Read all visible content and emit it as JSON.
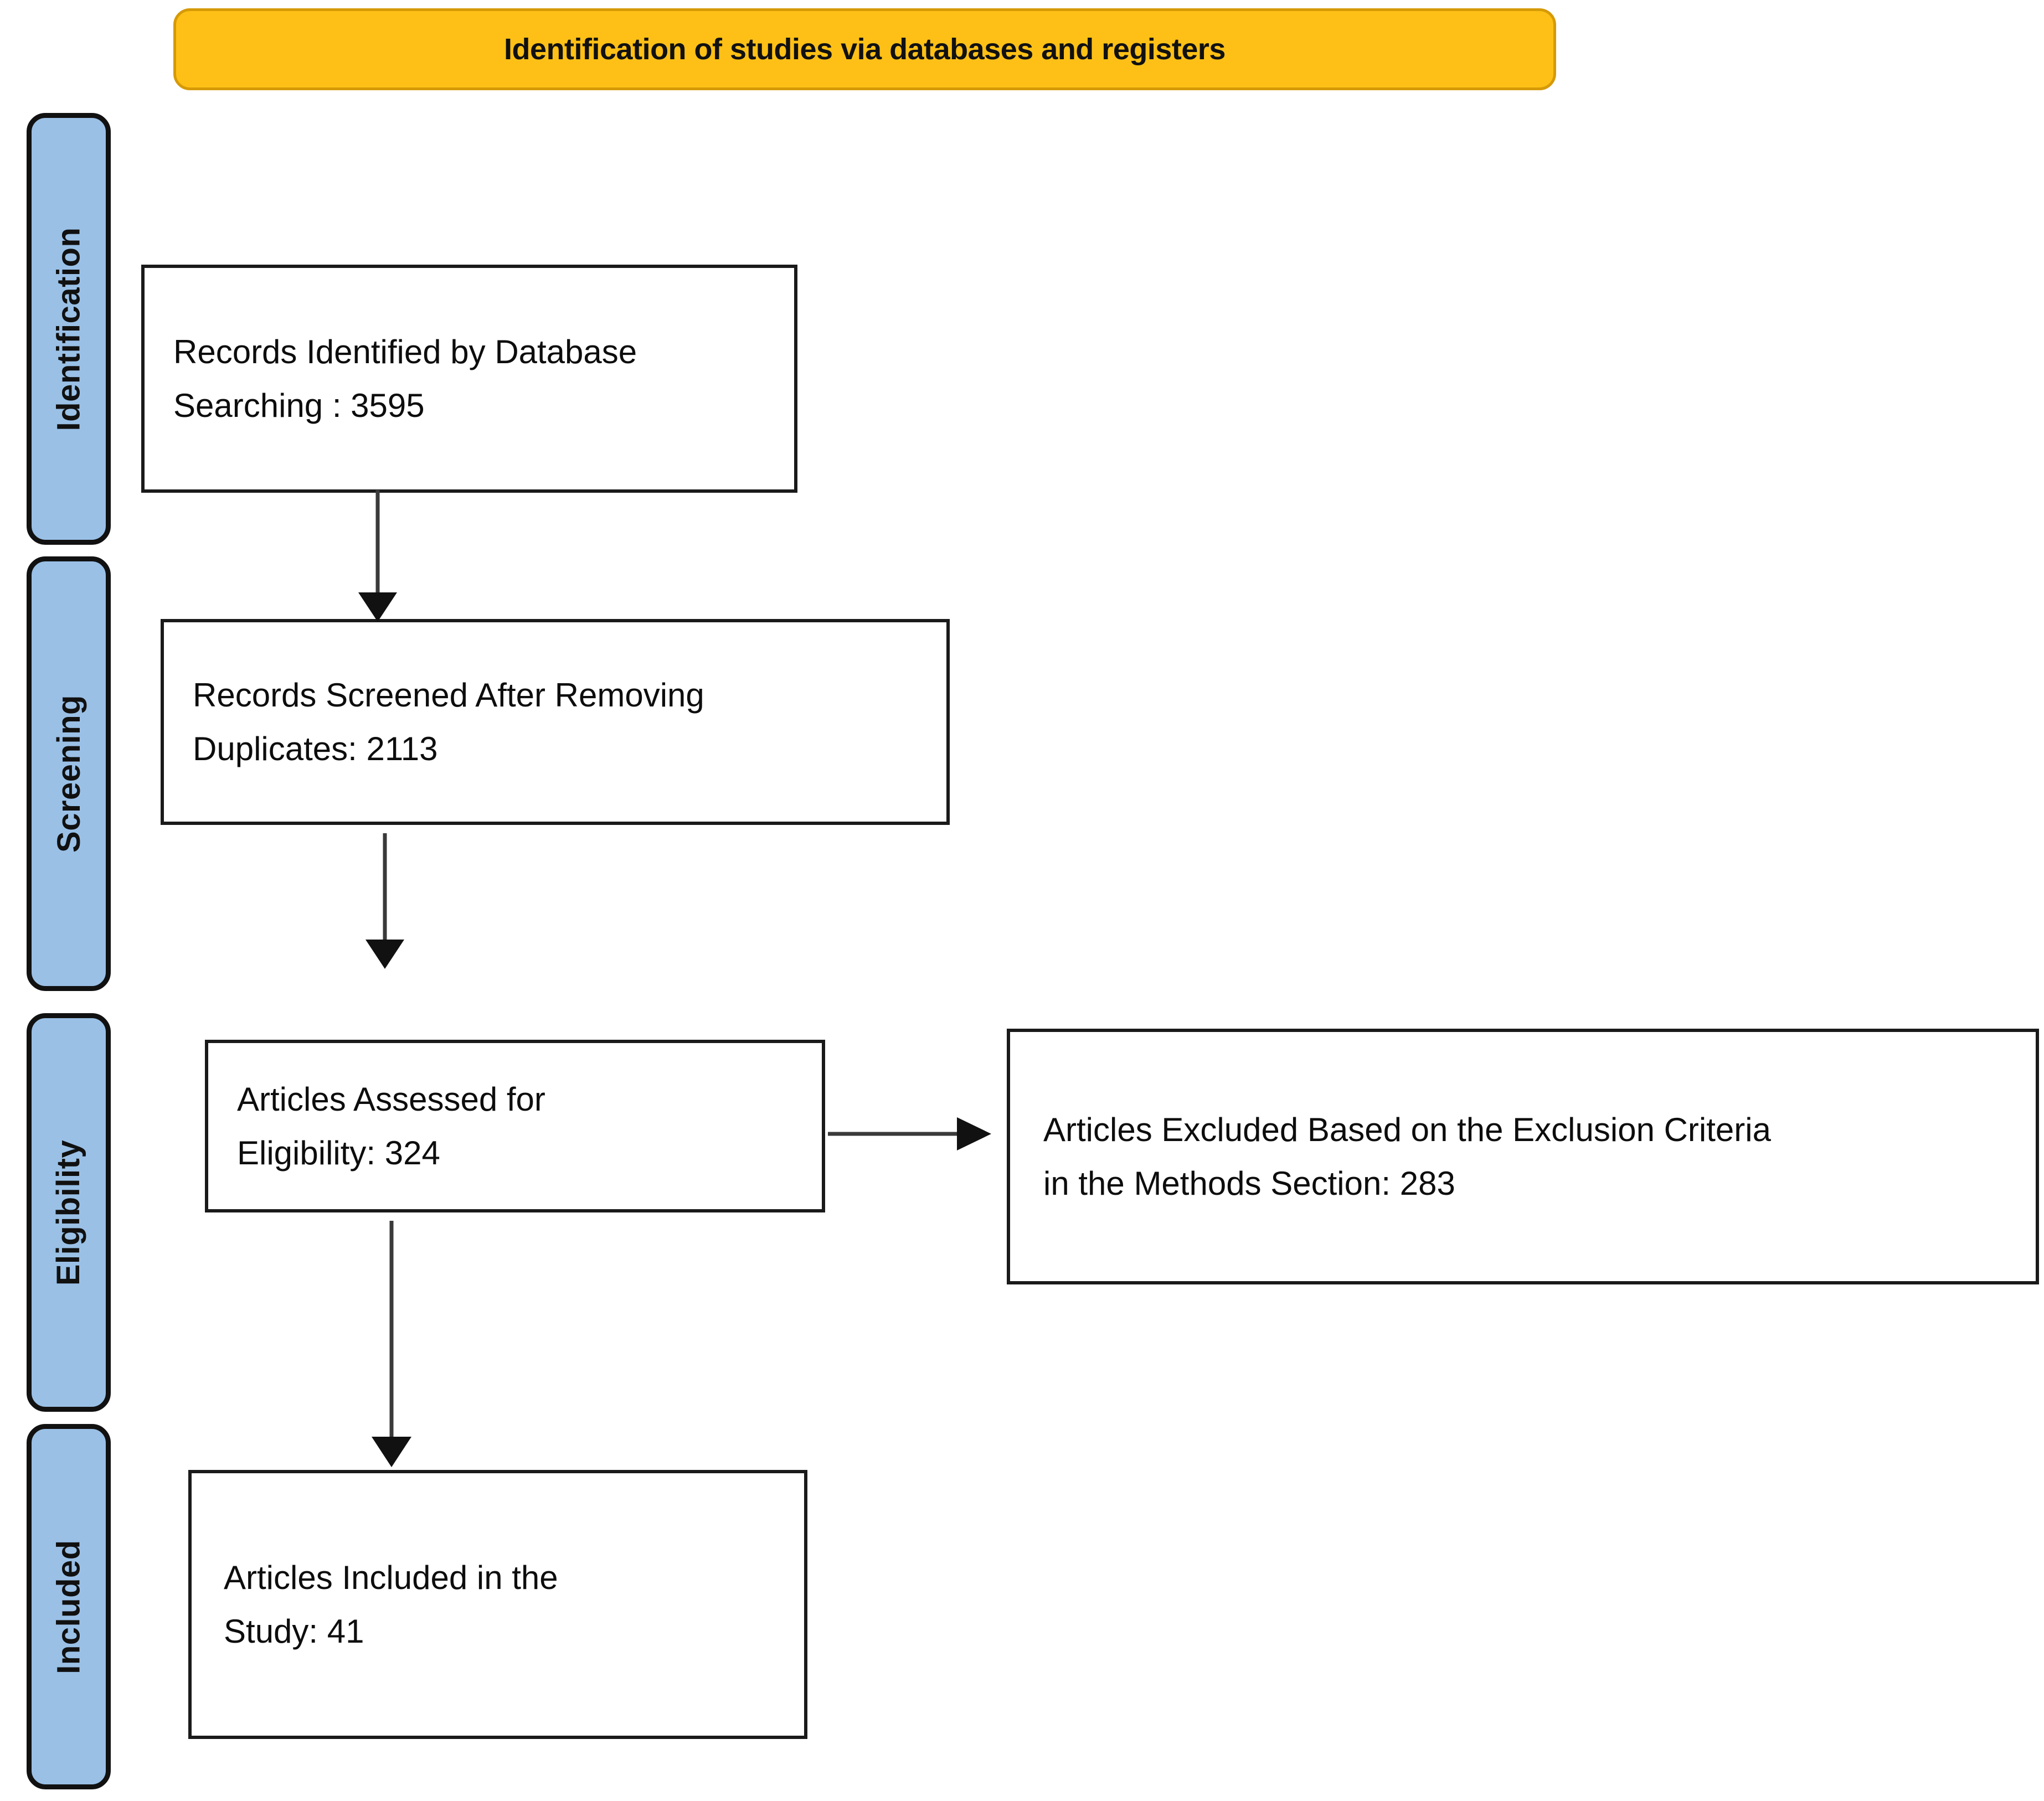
{
  "banner": {
    "title": "Identification of studies via databases and registers",
    "fill_color": "#FEC016",
    "border_color": "#D69A08"
  },
  "stages": [
    {
      "id": "identification",
      "label": "Identification",
      "fill_color": "#9AC0E6"
    },
    {
      "id": "screening",
      "label": "Screening",
      "fill_color": "#9AC0E6"
    },
    {
      "id": "eligibility",
      "label": "Eligibility",
      "fill_color": "#9AC0E6"
    },
    {
      "id": "included",
      "label": "Included",
      "fill_color": "#9AC0E6"
    }
  ],
  "boxes": {
    "identified": {
      "text": "Records Identified by Database\nSearching : 3595",
      "count": 3595
    },
    "screened": {
      "text": "Records Screened After Removing\nDuplicates: 2113",
      "count": 2113
    },
    "assessed": {
      "text": "Articles Assessed for\nEligibility: 324",
      "count": 324
    },
    "excluded": {
      "text": "Articles Excluded Based on the Exclusion Criteria\nin the Methods Section: 283",
      "count": 283
    },
    "included": {
      "text": "Articles Included in the\nStudy: 41",
      "count": 41
    }
  },
  "chart_data": {
    "type": "diagram",
    "title": "Identification of studies via databases and registers",
    "stages": [
      "Identification",
      "Screening",
      "Eligibility",
      "Included"
    ],
    "nodes": [
      {
        "id": "identified",
        "stage": "Identification",
        "label": "Records Identified by Database Searching",
        "value": 3595
      },
      {
        "id": "screened",
        "stage": "Screening",
        "label": "Records Screened After Removing Duplicates",
        "value": 2113
      },
      {
        "id": "assessed",
        "stage": "Eligibility",
        "label": "Articles Assessed for Eligibility",
        "value": 324
      },
      {
        "id": "excluded",
        "stage": "Eligibility",
        "label": "Articles Excluded Based on the Exclusion Criteria in the Methods Section",
        "value": 283
      },
      {
        "id": "included",
        "stage": "Included",
        "label": "Articles Included in the Study",
        "value": 41
      }
    ],
    "edges": [
      {
        "from": "identified",
        "to": "screened",
        "direction": "down"
      },
      {
        "from": "screened",
        "to": "assessed",
        "direction": "down"
      },
      {
        "from": "assessed",
        "to": "excluded",
        "direction": "right"
      },
      {
        "from": "assessed",
        "to": "included",
        "direction": "down"
      }
    ]
  }
}
